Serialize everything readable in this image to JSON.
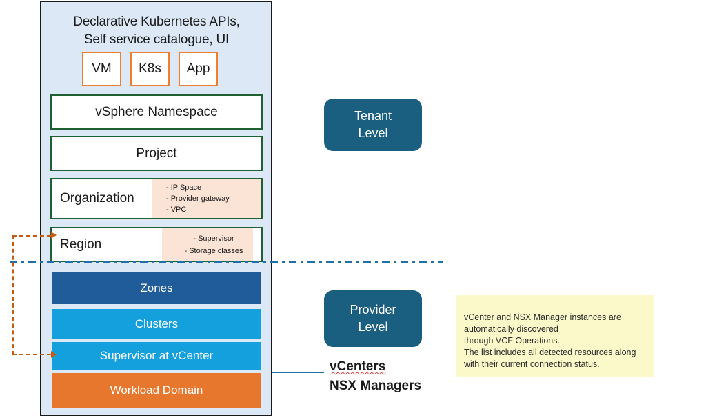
{
  "diagram": {
    "title_line1": "Declarative Kubernetes APIs,",
    "title_line2": "Self service catalogue, UI",
    "chips": [
      {
        "label": "VM"
      },
      {
        "label": "K8s"
      },
      {
        "label": "App"
      }
    ],
    "tenant_rows": [
      {
        "label": "vSphere Namespace",
        "details": []
      },
      {
        "label": "Project",
        "details": []
      },
      {
        "label": "Organization",
        "details": [
          "- IP Space",
          "- Provider gateway",
          "- VPC"
        ]
      },
      {
        "label": "Region",
        "details": [
          "- Supervisor",
          "- Storage classes"
        ]
      }
    ],
    "provider_rows": [
      {
        "label": "Zones",
        "color": "#1f5c99"
      },
      {
        "label": "Clusters",
        "color": "#13a0dc"
      },
      {
        "label": "Supervisor at vCenter",
        "color": "#13a0dc"
      },
      {
        "label": "Workload Domain",
        "color": "#e8772e"
      }
    ]
  },
  "levels": {
    "tenant": {
      "line1": "Tenant",
      "line2": "Level"
    },
    "provider": {
      "line1": "Provider",
      "line2": "Level"
    }
  },
  "caption": {
    "line1": "vCenters",
    "line2": "NSX Managers"
  },
  "note": {
    "lines": [
      "vCenter and NSX Manager instances are",
      "automatically discovered",
      "through VCF Operations.",
      "The list includes all detected resources along",
      "with their current connection status."
    ]
  },
  "colors": {
    "container_fill": "#dce8f6",
    "green_border": "#1d6032",
    "orange_border": "#ed7d31",
    "peach_fill": "#fbe3d5",
    "level_pill": "#1a5f80",
    "divider_blue": "#1f6fa8",
    "bracket_orange": "#c55a11",
    "note_yellow": "#fbf8c9"
  }
}
